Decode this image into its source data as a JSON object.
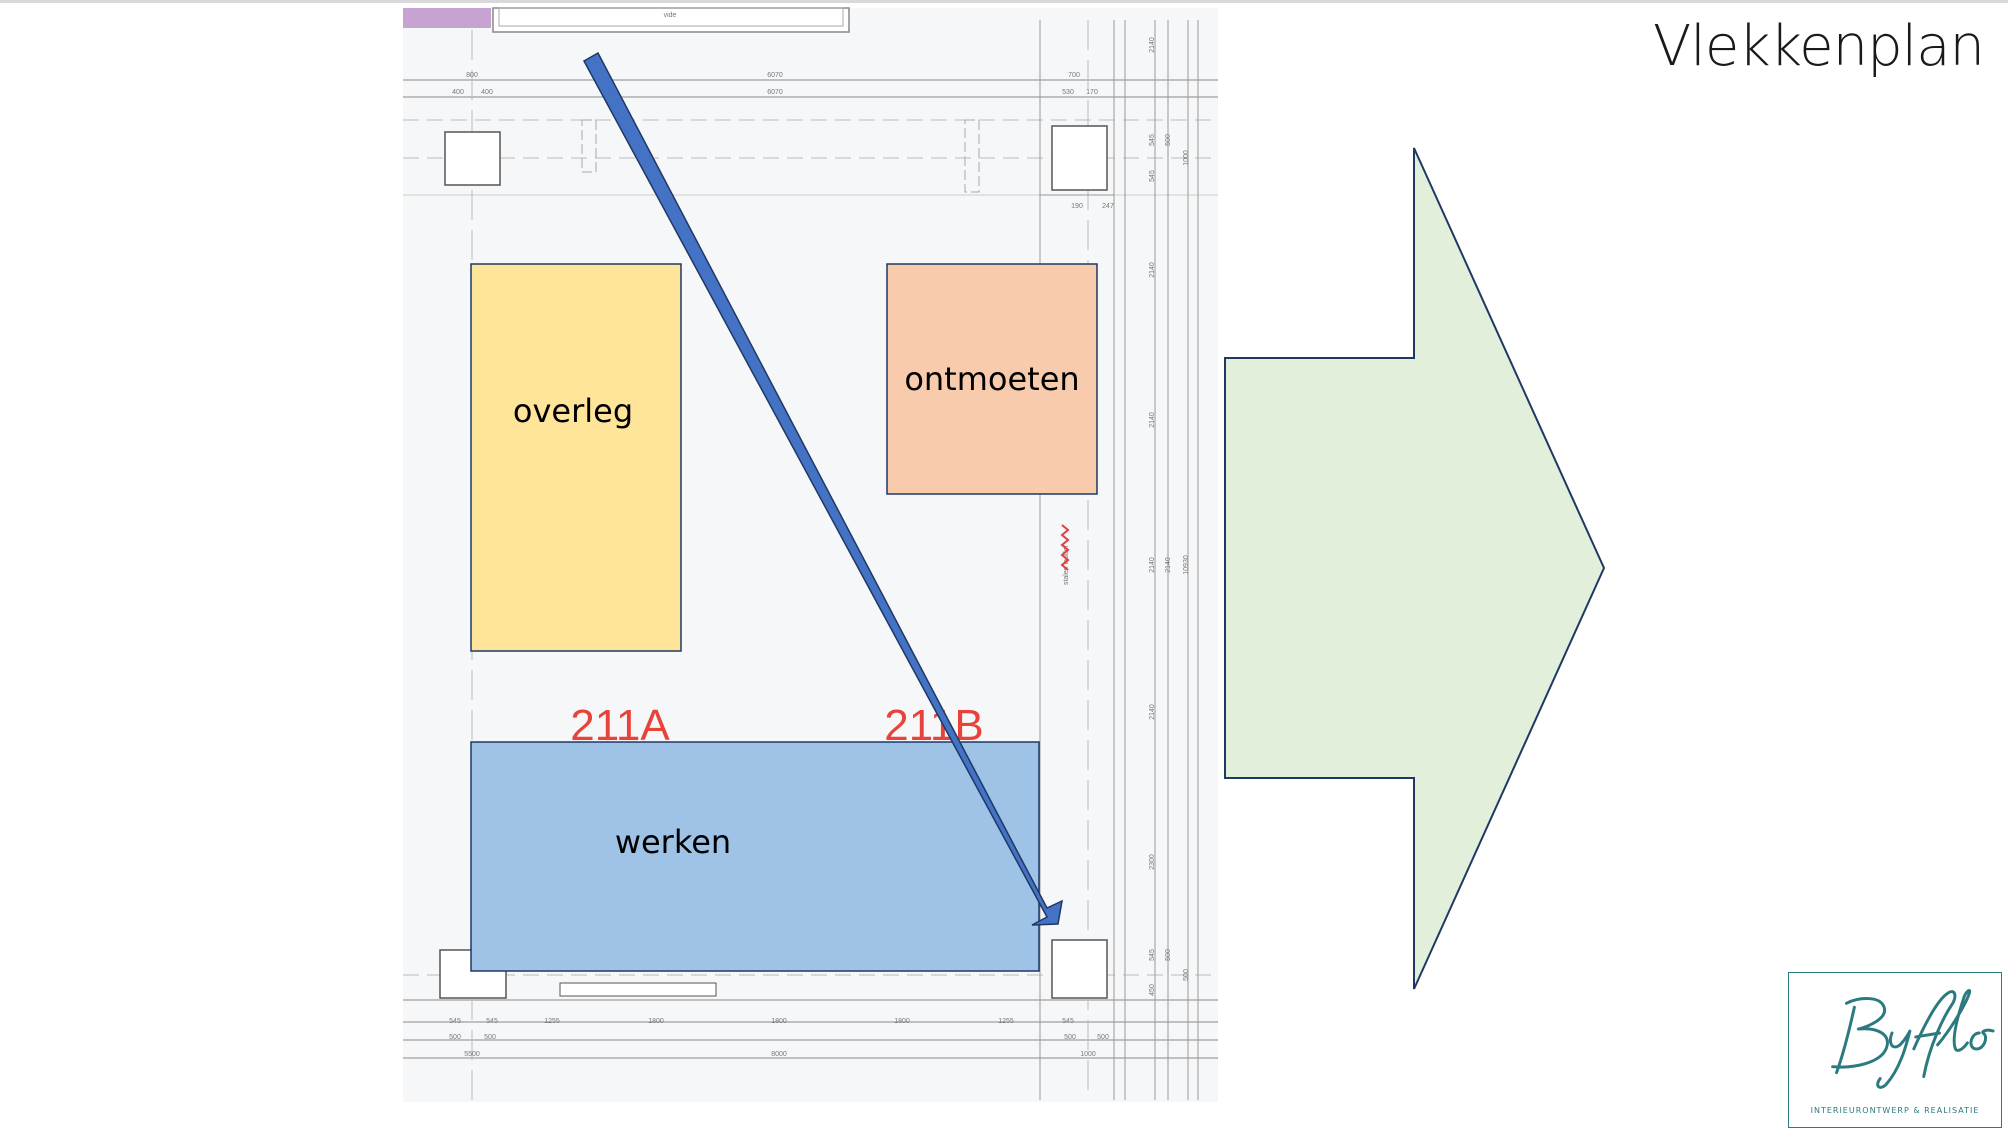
{
  "slide": {
    "title": "Vlekkenplan"
  },
  "zones": {
    "overleg": "overleg",
    "ontmoeten": "ontmoeten",
    "werken": "werken"
  },
  "rooms": {
    "a": "211A",
    "b": "211B"
  },
  "floorplan": {
    "top_label": "vide",
    "dims_top_row1": [
      "800",
      "6070",
      "700"
    ],
    "dims_top_row2": [
      "400",
      "400",
      "6070",
      "530",
      "170"
    ],
    "dims_mid": [
      "190",
      "247"
    ],
    "dims_bottom_row1": [
      "545",
      "545",
      "1255",
      "1800",
      "1800",
      "1800",
      "1255",
      "545"
    ],
    "dims_bottom_row2": [
      "500",
      "500",
      "500",
      "500"
    ],
    "dims_bottom_row3": [
      "5500",
      "8000",
      "1000"
    ],
    "dims_right_col1": [
      "2140",
      "545",
      "545",
      "2140",
      "2140",
      "2140",
      "2140",
      "2300",
      "545",
      "450"
    ],
    "dims_right_col2": [
      "500",
      "2140",
      "500"
    ],
    "dims_right_col3": [
      "1000",
      "10930",
      "500"
    ],
    "note": "stalen ladder"
  },
  "colors": {
    "overleg_fill": "#fee599",
    "ontmoeten_fill": "#f8cbad",
    "werken_fill": "#9fc3e7",
    "flow_arrow": "#4472c4",
    "next_arrow_fill": "#e2efda",
    "room_label": "#e8423a",
    "logo": "#2a7a7f"
  },
  "logo": {
    "name": "Byflo",
    "tagline": "INTERIEURONTWERP & REALISATIE"
  }
}
